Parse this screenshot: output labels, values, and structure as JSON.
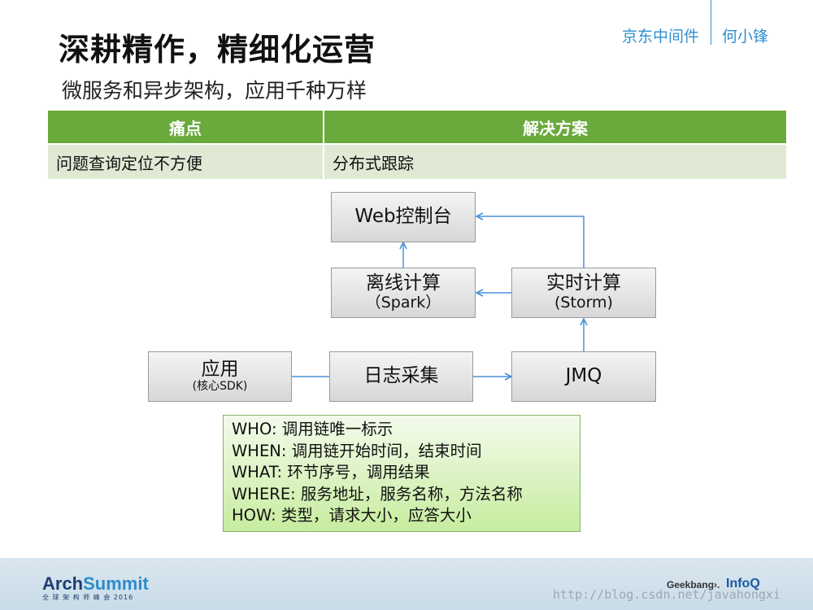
{
  "header": {
    "title": "深耕精作，精细化运营",
    "subtitle": "微服务和异步架构，应用千种万样",
    "brand_left": "京东中间件",
    "brand_right": "何小锋"
  },
  "table": {
    "headers": [
      "痛点",
      "解决方案"
    ],
    "rows": [
      [
        "问题查询定位不方便",
        "分布式跟踪"
      ]
    ]
  },
  "diagram": {
    "web_console": "Web控制台",
    "offline_compute": "离线计算",
    "offline_compute_sub": "（Spark）",
    "realtime_compute": "实时计算",
    "realtime_compute_sub": "(Storm)",
    "app": "应用",
    "app_sub": "(核心SDK)",
    "log_collect": "日志采集",
    "jmq": "JMQ"
  },
  "info_lines": [
    "WHO: 调用链唯一标示",
    "WHEN: 调用链开始时间，结束时间",
    "WHAT: 环节序号，调用结果",
    "WHERE: 服务地址，服务名称，方法名称",
    "HOW: 类型，请求大小，应答大小"
  ],
  "footer": {
    "logo_arch_a": "Arch",
    "logo_arch_b": "Summit",
    "logo_arch_sub": "全 球 架 构 师 峰 会 2016",
    "logo_geek": "Geekbang›.",
    "logo_infoq": "InfoQ",
    "watermark": "http://blog.csdn.net/javahongxi"
  },
  "colors": {
    "table_header": "#6aa93b",
    "table_row": "#dfe9d4",
    "arrow": "#4a90d9",
    "brand": "#2f8fcf"
  }
}
